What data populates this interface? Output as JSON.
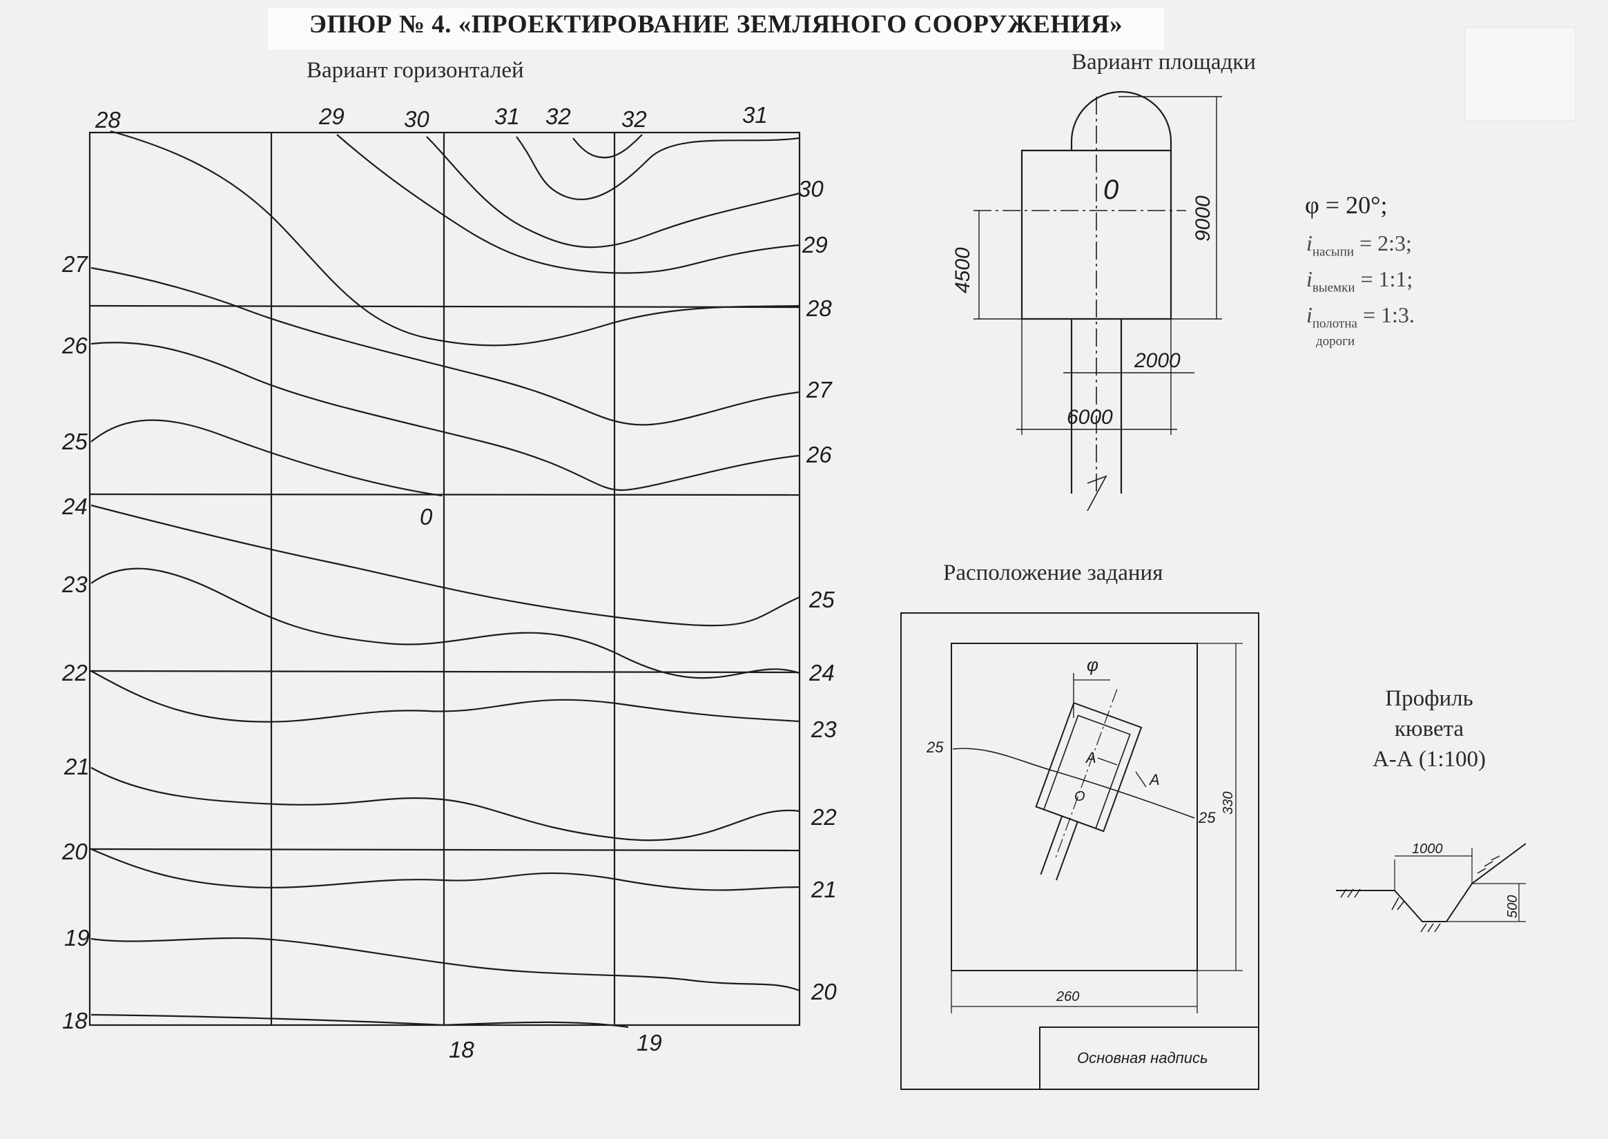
{
  "title": "ЭПЮР № 4. «ПРОЕКТИРОВАНИЕ ЗЕМЛЯНОГО СООРУЖЕНИЯ»",
  "contours": {
    "heading": "Вариант горизонталей",
    "top_labels": [
      "28",
      "29",
      "30",
      "31",
      "32",
      "32",
      "31"
    ],
    "left_labels": [
      "27",
      "26",
      "25",
      "24",
      "23",
      "22",
      "21",
      "20",
      "19",
      "18"
    ],
    "right_labels": [
      "30",
      "29",
      "28",
      "27",
      "26",
      "25",
      "24",
      "23",
      "22",
      "21",
      "20"
    ],
    "bottom_labels": [
      "18",
      "19"
    ],
    "origin_label": "0"
  },
  "site": {
    "heading": "Вариант площадки",
    "center_label": "0",
    "dim_height": "9000",
    "dim_half": "4500",
    "dim_road": "2000",
    "dim_width": "6000"
  },
  "parameters": {
    "phi": "φ = 20°;",
    "fill_prefix": "i",
    "fill_sub": "насыпи",
    "fill_value": "= 2:3;",
    "cut_prefix": "i",
    "cut_sub": "выемки",
    "cut_value": "= 1:1;",
    "road_prefix": "i",
    "road_sub": "полотна",
    "road_value": "= 1:3.",
    "road_sub2": "дороги"
  },
  "layout_section": {
    "heading": "Расположение задания",
    "phi_symbol": "φ",
    "contour_label_left": "25",
    "contour_label_right": "25",
    "section_a1": "A",
    "section_a2": "A",
    "center_label": "O",
    "dim_height": "330",
    "dim_width": "260",
    "stamp_label": "Основная надпись"
  },
  "ditch": {
    "heading_line1": "Профиль",
    "heading_line2": "кювета",
    "heading_line3": "А-А (1:100)",
    "dim_width": "1000",
    "dim_depth": "500"
  }
}
